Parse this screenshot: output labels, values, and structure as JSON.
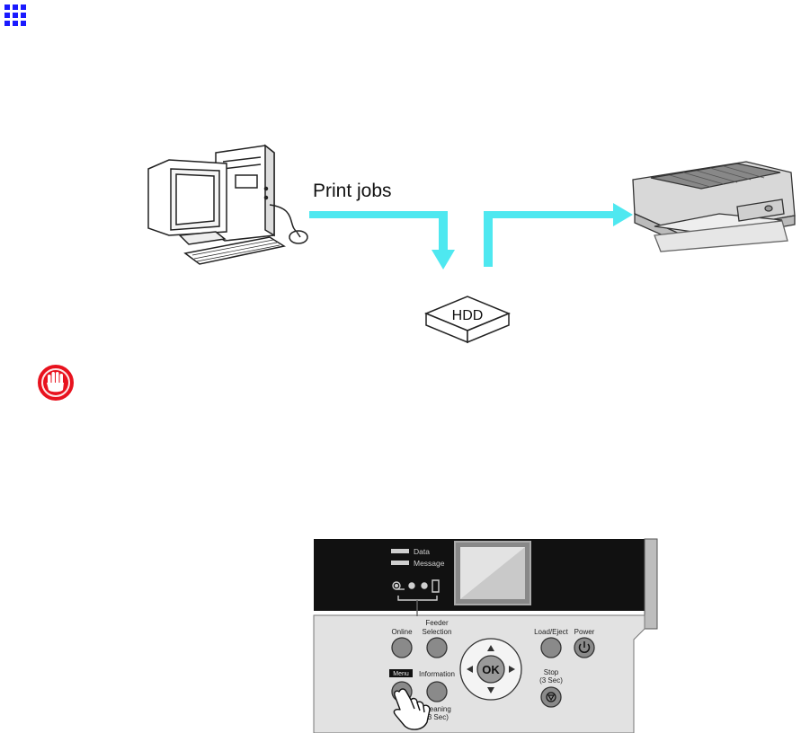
{
  "diagram": {
    "arrow_label": "Print jobs",
    "hdd_label": "HDD"
  },
  "panel": {
    "indicators": {
      "data": "Data",
      "message": "Message"
    },
    "buttons": {
      "online": "Online",
      "feeder_selection_1": "Feeder",
      "feeder_selection_2": "Selection",
      "menu": "Menu",
      "information": "Information",
      "cleaning_1": "Cleaning",
      "cleaning_2": "(3 Sec)",
      "ok": "OK",
      "load_eject": "Load/Eject",
      "power": "Power",
      "stop_1": "Stop",
      "stop_2": "(3 Sec)"
    }
  },
  "colors": {
    "arrow": "#4ee8f0",
    "grid_icon": "#1a1aff",
    "caution": "#e8121e",
    "panel_top": "#111111",
    "panel_body": "#e2e2e2"
  }
}
